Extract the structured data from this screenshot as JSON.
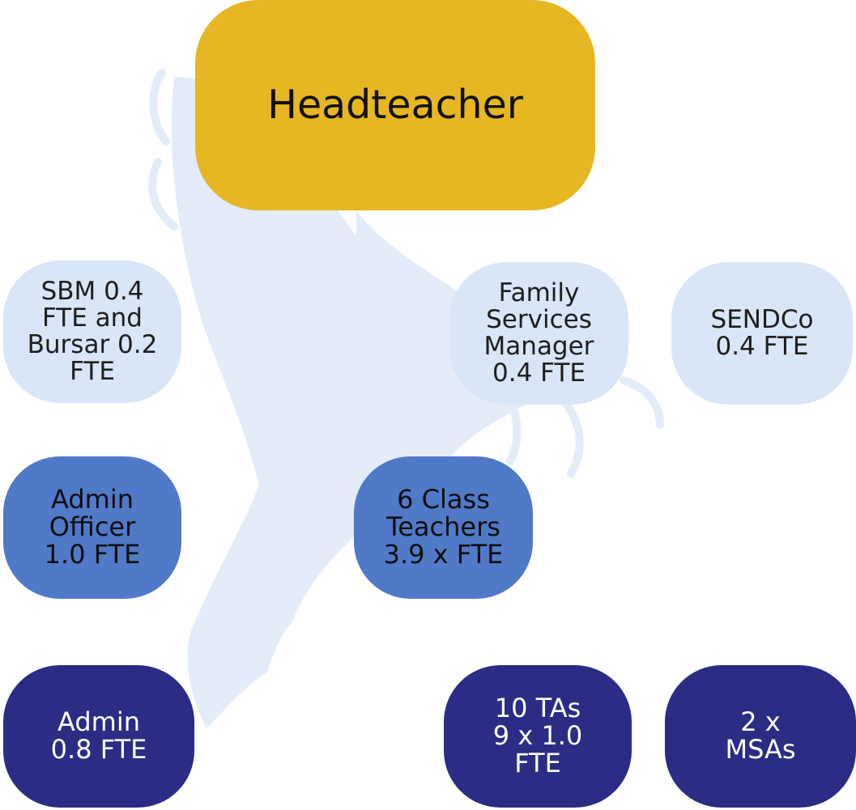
{
  "nodes": {
    "headteacher": "Headteacher",
    "sbm": "SBM 0.4\nFTE and\nBursar 0.2\nFTE",
    "family_services": "Family\nServices\nManager\n0.4 FTE",
    "sendco": "SENDCo\n0.4 FTE",
    "admin_officer": "Admin\nOfficer\n1.0 FTE",
    "class_teachers": "6 Class\nTeachers\n3.9 x FTE",
    "admin": "Admin\n0.8 FTE",
    "tas": "10 TAs\n9 x 1.0\nFTE",
    "msas": "2 x\nMSAs"
  },
  "colors": {
    "head": "#e6b722",
    "light": "#d8e6f8",
    "mid": "#5079c8",
    "dark": "#2b2c84",
    "watermark": "#e3ecf8"
  }
}
